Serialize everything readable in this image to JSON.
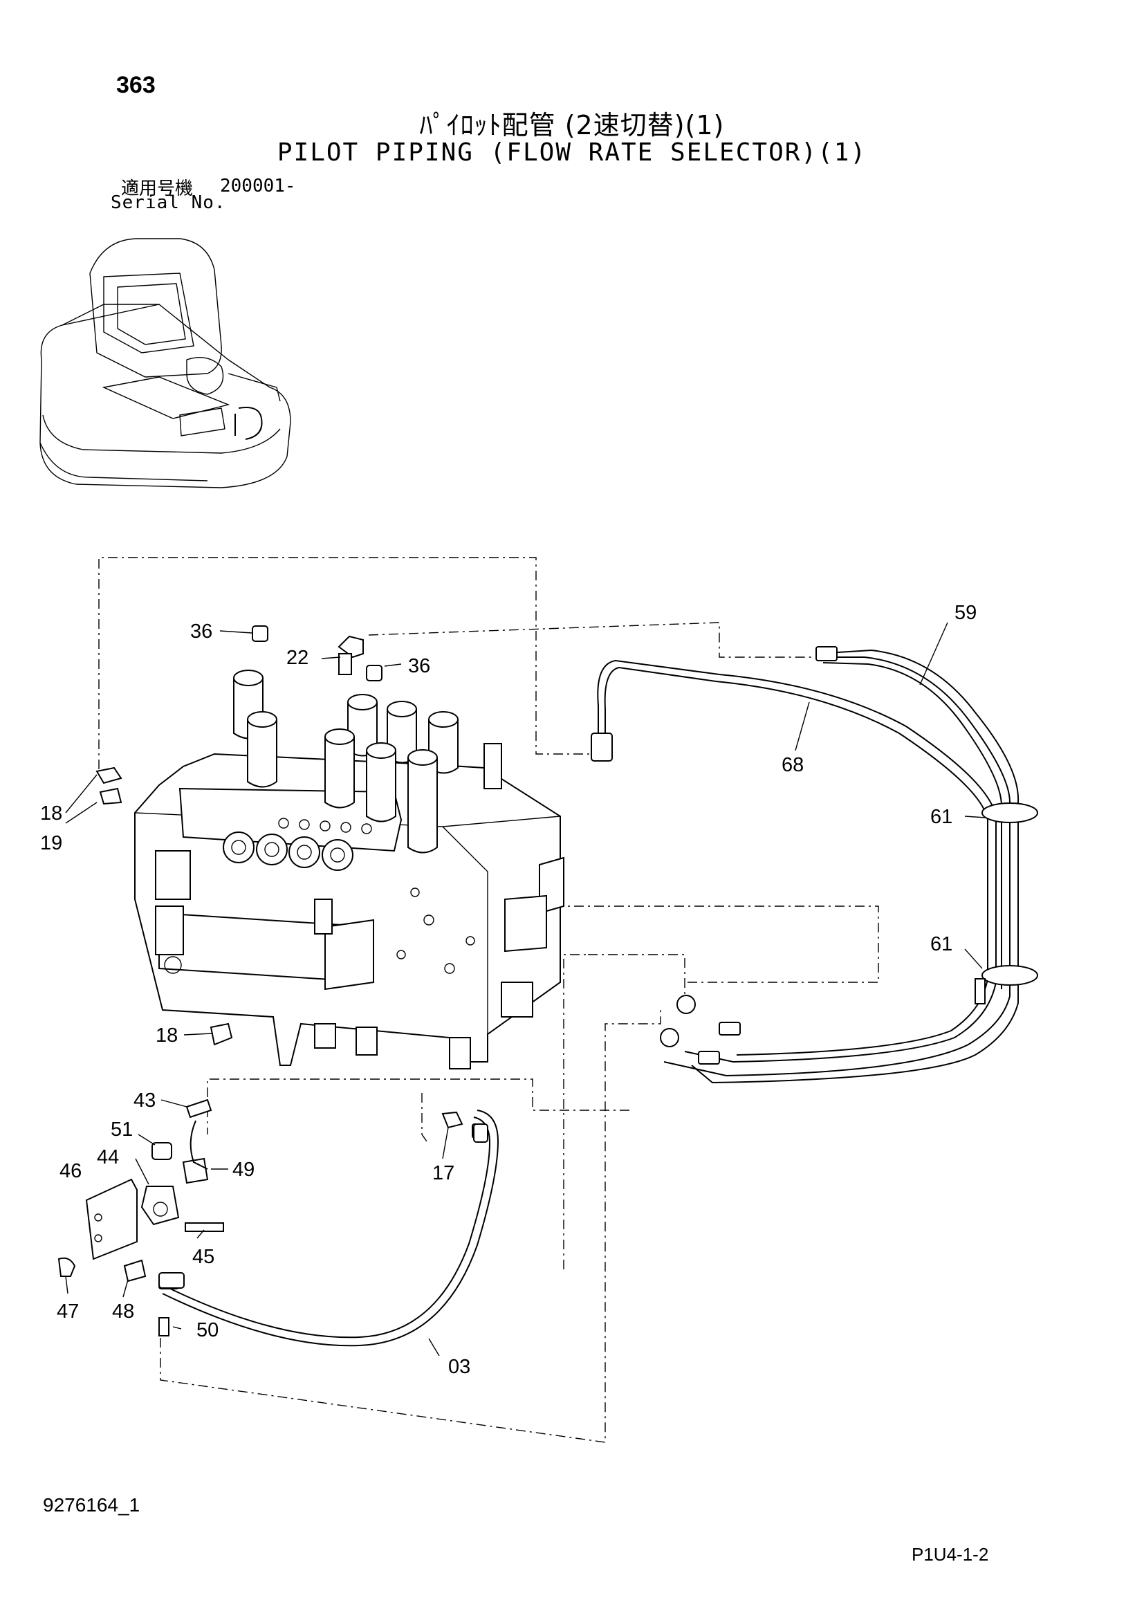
{
  "header": {
    "page_number": "363",
    "title_jp": "ﾊﾟｲﾛｯﾄ配管 (2速切替)(1)",
    "title_en": "PILOT PIPING (FLOW RATE SELECTOR)(1)",
    "serial_label_jp": "適用号機",
    "serial_range": "200001-",
    "serial_label_en": "Serial No."
  },
  "callouts": [
    "36",
    "22",
    "36",
    "59",
    "68",
    "18",
    "19",
    "61",
    "61",
    "18",
    "43",
    "51",
    "44",
    "49",
    "46",
    "17",
    "45",
    "47",
    "48",
    "50",
    "03"
  ],
  "footer": {
    "doc_number": "9276164_1",
    "page_code": "P1U4-1-2"
  }
}
